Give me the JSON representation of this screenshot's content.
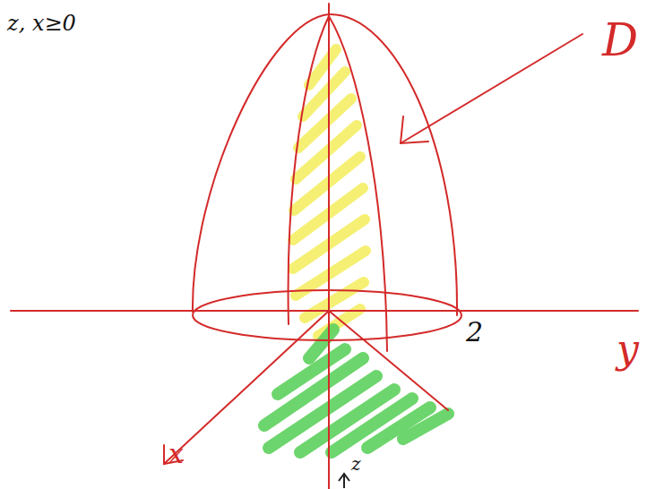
{
  "diagram": {
    "labels": [
      "z, x≥0",
      "D",
      "2",
      "y",
      "x",
      "z"
    ]
  }
}
